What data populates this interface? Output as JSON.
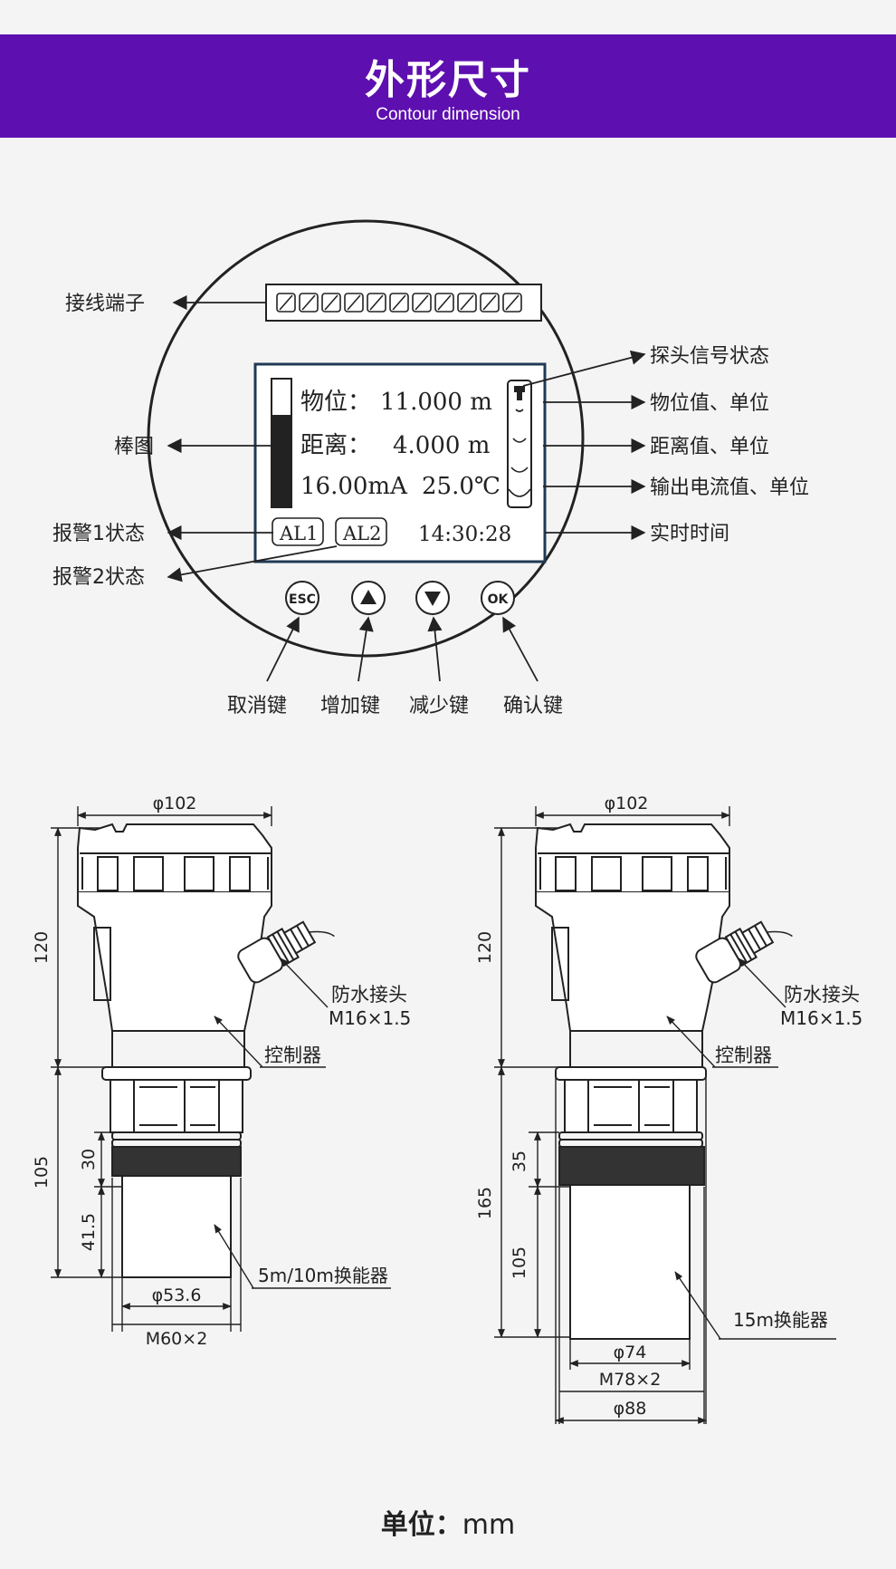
{
  "header": {
    "title": "外形尺寸",
    "subtitle": "Contour dimension"
  },
  "panel": {
    "terminal_label": "接线端子",
    "bar_label": "棒图",
    "alarm1_label": "报警1状态",
    "alarm2_label": "报警2状态",
    "probe_signal_label": "探头信号状态",
    "level_value_label": "物位值、单位",
    "distance_value_label": "距离值、单位",
    "current_value_label": "输出电流值、单位",
    "realtime_label": "实时时间",
    "lcd": {
      "level_name": "物位：",
      "level_value": "11.000 m",
      "distance_name": "距离：",
      "distance_value": "4.000 m",
      "current": "16.00mA",
      "temperature": "25.0℃",
      "al1": "AL1",
      "al2": "AL2",
      "time": "14:30:28"
    },
    "buttons": {
      "esc": "ESC",
      "ok": "OK",
      "esc_desc": "取消键",
      "up_desc": "增加键",
      "down_desc": "减少键",
      "ok_desc": "确认键"
    }
  },
  "left_drawing": {
    "diameter_top": "φ102",
    "h_controller": "120",
    "h_lower": "105",
    "h_thread": "30",
    "h_probe": "41.5",
    "waterproof": "防水接头",
    "waterproof_thread": "M16×1.5",
    "controller": "控制器",
    "transducer": "5m/10m换能器",
    "probe_diameter": "φ53.6",
    "thread": "M60×2"
  },
  "right_drawing": {
    "diameter_top": "φ102",
    "h_controller": "120",
    "h_lower": "165",
    "h_thread": "35",
    "h_probe": "105",
    "waterproof": "防水接头",
    "waterproof_thread": "M16×1.5",
    "controller": "控制器",
    "transducer": "15m换能器",
    "probe_diameter": "φ74",
    "thread": "M78×2",
    "flange_diameter": "φ88"
  },
  "footer": {
    "unit_label": "单位：",
    "unit_value": "mm"
  },
  "colors": {
    "banner": "#5e0fb0",
    "line": "#222222",
    "background": "#f4f4f4"
  }
}
